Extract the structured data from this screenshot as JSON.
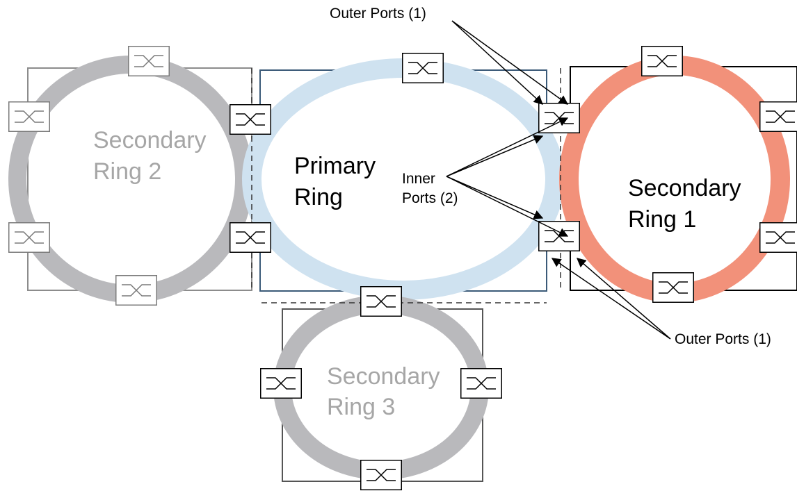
{
  "rings": {
    "primary": {
      "label_line1": "Primary",
      "label_line2": "Ring",
      "band_color": "#cfe2f0",
      "frame_color": "#3b5a78",
      "text_color": "#000000"
    },
    "secondary1": {
      "label_line1": "Secondary",
      "label_line2": "Ring 1",
      "band_color": "#f2917a",
      "frame_color": "#000000",
      "text_color": "#000000"
    },
    "secondary2": {
      "label_line1": "Secondary",
      "label_line2": "Ring 2",
      "band_color": "#b9b9bc",
      "frame_color": "#8c8c8c",
      "text_color": "#a6a6a6"
    },
    "secondary3": {
      "label_line1": "Secondary",
      "label_line2": "Ring 3",
      "band_color": "#b9b9bc",
      "frame_color": "#555555",
      "text_color": "#a6a6a6"
    }
  },
  "callouts": {
    "outer_top": "Outer Ports (1)",
    "inner_line1": "Inner",
    "inner_line2": "Ports (2)",
    "outer_bottom": "Outer Ports (1)"
  },
  "icons": {
    "switch": "network-switch-icon"
  }
}
